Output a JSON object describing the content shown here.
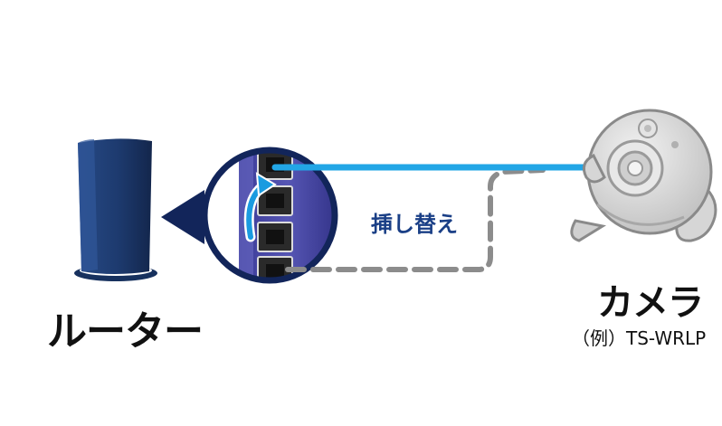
{
  "router": {
    "label": "ルーター"
  },
  "camera": {
    "label": "カメラ",
    "example": "（例）TS-WRLP"
  },
  "cable": {
    "swap_label": "挿し替え"
  },
  "colors": {
    "router_body": "#1d3a6e",
    "port_panel": "#4848a8",
    "active_cable": "#22a6e6",
    "old_cable_dashed": "#8c8c8c",
    "arrow": "#1a9be0",
    "swap_text": "#1a3f86",
    "camera_body": "#d8d8d8",
    "zoom_circle_border": "#12255a"
  },
  "icons": {
    "router": "router-icon",
    "camera": "network-camera-icon",
    "zoom": "port-zoom-callout"
  }
}
